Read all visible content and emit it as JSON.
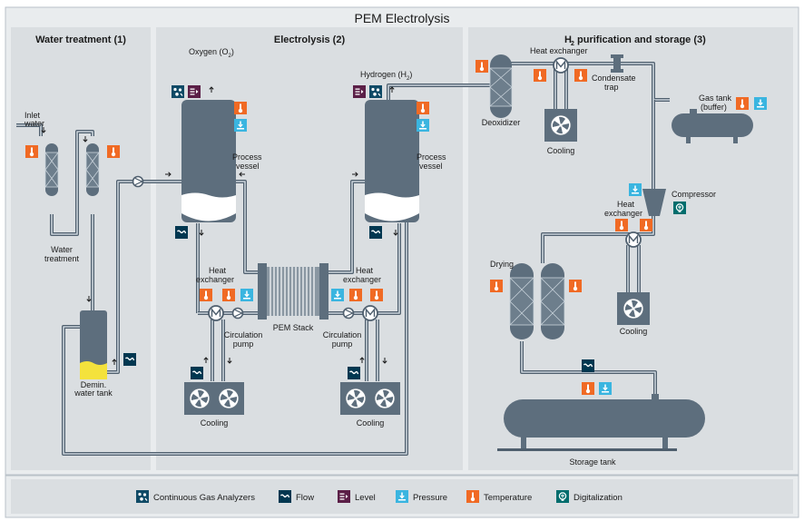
{
  "title": "PEM Electrolysis",
  "sections": {
    "water": "Water treatment (1)",
    "electrolysis": "Electrolysis (2)",
    "purification": "H purification and storage (3)",
    "purification_sub": "2"
  },
  "labels": {
    "inlet_water_1": "Inlet",
    "inlet_water_2": "water",
    "water_treatment_1": "Water",
    "water_treatment_2": "treatment",
    "demin_1": "Demin.",
    "demin_2": "water tank",
    "oxygen": "Oxygen (O",
    "oxygen_sub": "2",
    "oxygen_close": ")",
    "hydrogen": "Hydrogen (H",
    "hydrogen_sub": "2",
    "hydrogen_close": ")",
    "process_vessel_1": "Process",
    "process_vessel_2": "vessel",
    "heat_exchanger_1": "Heat",
    "heat_exchanger_2": "exchanger",
    "heat_exchanger_full": "Heat exchanger",
    "circulation_1": "Circulation",
    "circulation_2": "pump",
    "pem_stack": "PEM Stack",
    "cooling": "Cooling",
    "deoxidizer": "Deoxidizer",
    "condensate_1": "Condensate",
    "condensate_2": "trap",
    "gas_tank_1": "Gas tank",
    "gas_tank_2": "(buffer)",
    "compressor": "Compressor",
    "drying": "Drying",
    "storage_tank": "Storage tank"
  },
  "legend": [
    {
      "key": "gas",
      "label": "Continuous Gas Analyzers",
      "icon": "gas-analyzer-icon",
      "color": "#0f4a66"
    },
    {
      "key": "flow",
      "label": "Flow",
      "icon": "flow-icon",
      "color": "#003750"
    },
    {
      "key": "level",
      "label": "Level",
      "icon": "level-icon",
      "color": "#5b1f47"
    },
    {
      "key": "pressure",
      "label": "Pressure",
      "icon": "pressure-icon",
      "color": "#3ab5e0"
    },
    {
      "key": "temperature",
      "label": "Temperature",
      "icon": "temperature-icon",
      "color": "#f06a24"
    },
    {
      "key": "digitalization",
      "label": "Digitalization",
      "icon": "digitalization-icon",
      "color": "#006d6d"
    }
  ],
  "colors": {
    "background": "#eceeef",
    "panel": "#dadee1",
    "pipe": "#4f5f6e",
    "equipment": "#5d6e7d",
    "water": "#f4e23c"
  }
}
